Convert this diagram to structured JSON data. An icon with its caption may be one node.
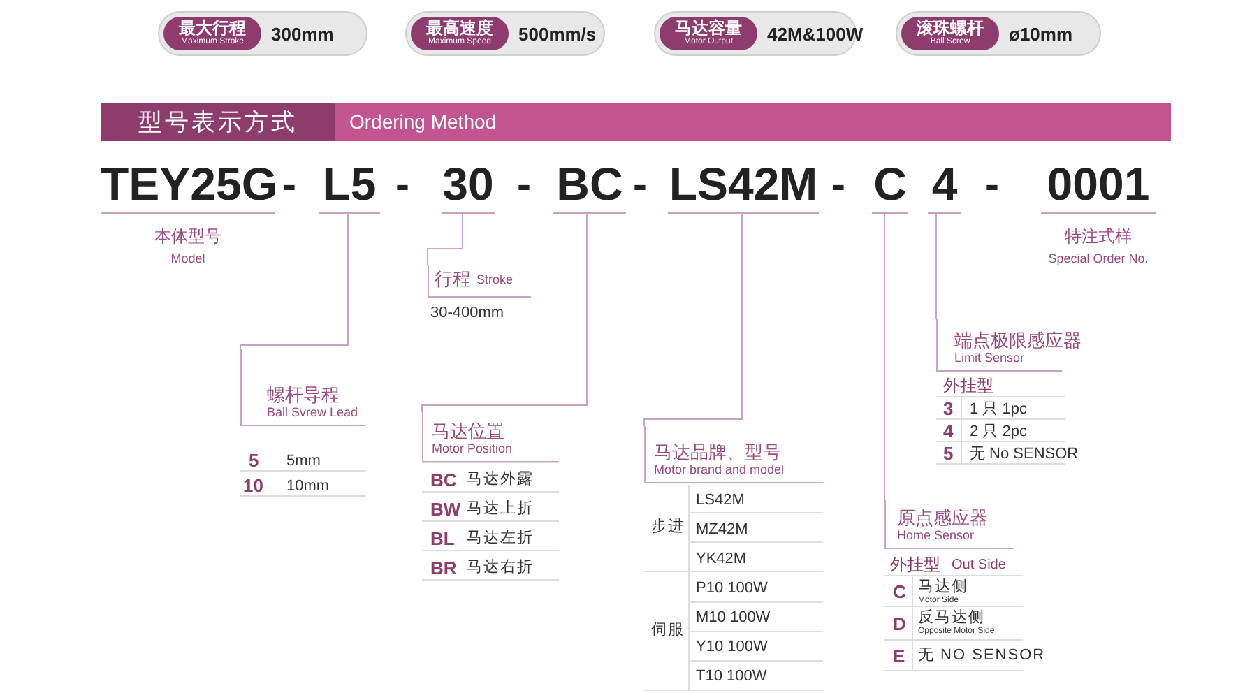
{
  "diagram": {
    "nodes": [
      {
        "text": [
          "最大行程",
          "Maximum Stroke",
          "300mm"
        ]
      },
      {
        "text": [
          "最高速度",
          "Maximum Speed",
          "500mm/s"
        ]
      },
      {
        "text": [
          "马达容量",
          "Motor Output",
          "42M&100W"
        ]
      },
      {
        "text": [
          "滚珠螺杆",
          "Ball Screw",
          "ø10mm"
        ]
      },
      {
        "text": [
          "型号表示方式",
          "Ordering Method"
        ]
      },
      {
        "text": [
          "TEY25G"
        ],
        "beside": [
          "本体型号",
          "Model"
        ]
      },
      {
        "text": [
          "L5"
        ]
      },
      {
        "text": [
          "30"
        ]
      },
      {
        "text": [
          "BC"
        ]
      },
      {
        "text": [
          "LS42M"
        ]
      },
      {
        "text": [
          "C"
        ]
      },
      {
        "text": [
          "4"
        ]
      },
      {
        "text": [
          "0001"
        ],
        "beside": [
          "特注式样",
          "Special Order No."
        ]
      },
      {
        "text": [
          "螺杆导程",
          "Ball Svrew Lead"
        ]
      },
      {
        "text": [
          "行程",
          "Stroke"
        ]
      },
      {
        "text": [
          "马达位置",
          "Motor Position"
        ]
      },
      {
        "text": [
          "马达品牌、型号",
          "Motor brand and model"
        ]
      },
      {
        "text": [
          "端点极限感应器",
          "Limit Sensor"
        ]
      },
      {
        "text": [
          "原点感应器",
          "Home Sensor"
        ]
      }
    ],
    "edges": [
      {
        "from": 6,
        "to": 13,
        "arrow": "none"
      },
      {
        "from": 7,
        "to": 14,
        "arrow": "none"
      },
      {
        "from": 8,
        "to": 15,
        "arrow": "none"
      },
      {
        "from": 9,
        "to": 16,
        "arrow": "none"
      },
      {
        "from": 10,
        "to": 18,
        "arrow": "none"
      },
      {
        "from": 11,
        "to": 17,
        "arrow": "none"
      }
    ],
    "labels": [
      "-",
      "-",
      "-",
      "-",
      "-",
      "-",
      "30-400mm",
      "5",
      "5mm",
      "10",
      "10mm",
      "BC",
      "马达外露",
      "BW",
      "马达上折",
      "BL",
      "马达左折",
      "BR",
      "马达右折",
      "步进",
      "LS42M",
      "MZ42M",
      "YK42M",
      "伺服",
      "P10 100W",
      "M10 100W",
      "Y10 100W",
      "T10 100W",
      "外挂型",
      "3",
      "1 只 1pc",
      "4",
      "2 只 2pc",
      "5",
      "无 No SENSOR",
      "外挂型",
      "Out Side",
      "C",
      "马达侧",
      "Motor Side",
      "D",
      "反马达侧",
      "Opposite Motor Side",
      "E",
      "无 NO SENSOR"
    ]
  }
}
